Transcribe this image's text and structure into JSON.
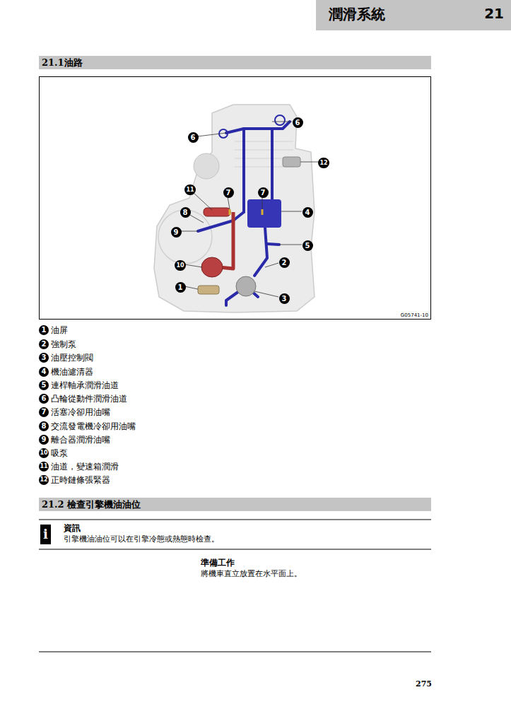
{
  "diagram": {
    "nodes": [
      {
        "text": [
          "潤滑系統",
          "21"
        ]
      },
      {
        "text": [
          "21.1油路"
        ]
      },
      {
        "text": [
          "G05741-10"
        ]
      },
      {
        "text": [
          "6"
        ],
        "in": 2
      },
      {
        "text": [
          "6"
        ],
        "in": 2
      },
      {
        "text": [
          "12"
        ],
        "in": 2
      },
      {
        "text": [
          "11"
        ],
        "in": 2
      },
      {
        "text": [
          "7"
        ],
        "in": 2
      },
      {
        "text": [
          "7"
        ],
        "in": 2
      },
      {
        "text": [
          "4"
        ],
        "in": 2
      },
      {
        "text": [
          "8"
        ],
        "in": 2
      },
      {
        "text": [
          "9"
        ],
        "in": 2
      },
      {
        "text": [
          "5"
        ],
        "in": 2
      },
      {
        "text": [
          "2"
        ],
        "in": 2
      },
      {
        "text": [
          "10"
        ],
        "in": 2
      },
      {
        "text": [
          "1"
        ],
        "in": 2
      },
      {
        "text": [
          "3"
        ],
        "in": 2
      },
      {
        "text": [
          "1",
          "油屏"
        ]
      },
      {
        "text": [
          "2",
          "強制泵"
        ]
      },
      {
        "text": [
          "3",
          "油壓控制閥"
        ]
      },
      {
        "text": [
          "4",
          "機油濾清器"
        ]
      },
      {
        "text": [
          "5",
          "連桿軸承潤滑油道"
        ]
      },
      {
        "text": [
          "6",
          "凸輪從動件潤滑油道"
        ]
      },
      {
        "text": [
          "7",
          "活塞冷卻用油嘴"
        ]
      },
      {
        "text": [
          "8",
          "交流發電機冷卻用油嘴"
        ]
      },
      {
        "text": [
          "9",
          "離合器潤滑油嘴"
        ]
      },
      {
        "text": [
          "10",
          "吸泵"
        ]
      },
      {
        "text": [
          "11",
          "油道，變速箱潤滑"
        ]
      },
      {
        "text": [
          "12",
          "正時鏈條張緊器"
        ]
      },
      {
        "text": [
          "21.2 檢查引擎機油油位"
        ]
      },
      {
        "text": [
          "i"
        ]
      }
    ],
    "labels": [
      "資訊",
      "引擎機油油位可以在引擎冷態或熱態時檢查。",
      "準備工作",
      "將機車直立放置在水平面上。",
      "275"
    ]
  }
}
